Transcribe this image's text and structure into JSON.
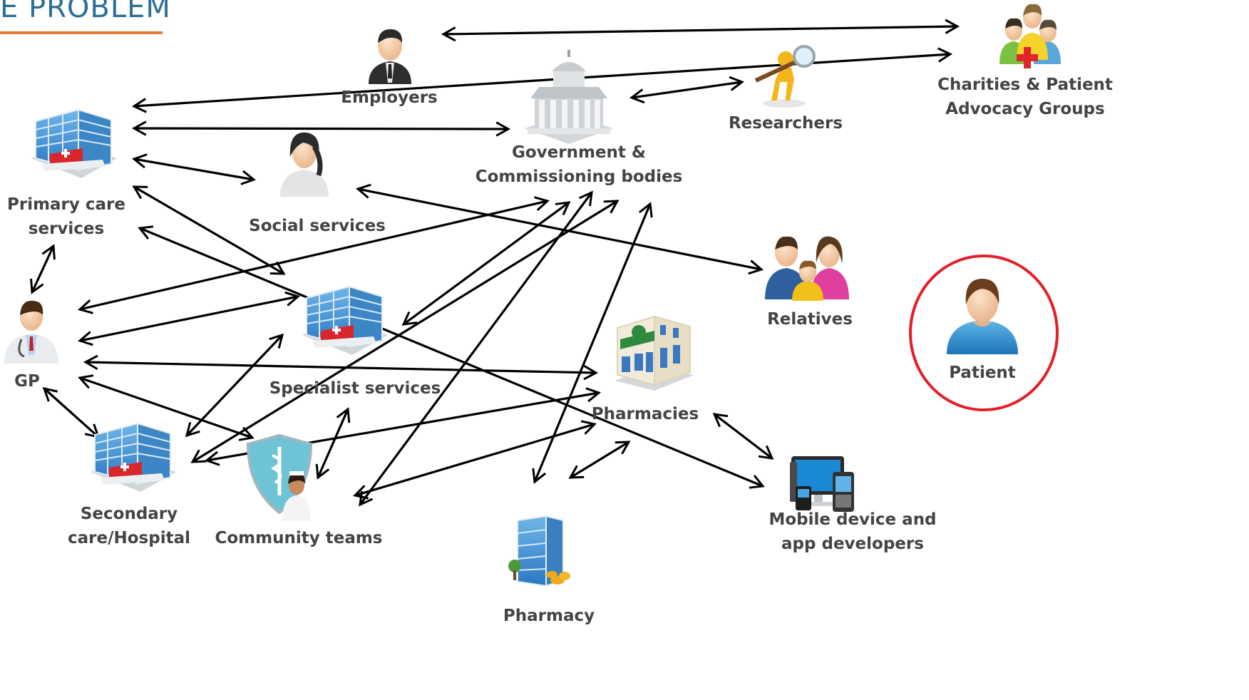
{
  "header": {
    "title": "E PROBLEM"
  },
  "colors": {
    "title": "#2b6f97",
    "title_rule": "#e97a32",
    "label": "#444444",
    "arrow": "#000000",
    "patient_ring": "#e3202a"
  },
  "nodes": {
    "employers": {
      "label": "Employers",
      "icon": "businessman-icon"
    },
    "charities": {
      "line1": "Charities & Patient",
      "line2": "Advocacy Groups",
      "icon": "group-with-red-cross-icon"
    },
    "researchers": {
      "label": "Researchers",
      "icon": "researcher-magnifier-icon"
    },
    "government": {
      "line1": "Government &",
      "line2": "Commissioning bodies",
      "icon": "government-building-icon"
    },
    "primary_care": {
      "line1": "Primary care",
      "line2": "services",
      "icon": "hospital-building-icon"
    },
    "social_services": {
      "label": "Social services",
      "icon": "female-worker-icon"
    },
    "relatives": {
      "label": "Relatives",
      "icon": "family-icon"
    },
    "patient": {
      "label": "Patient",
      "icon": "patient-person-icon"
    },
    "gp": {
      "label": "GP",
      "icon": "doctor-icon"
    },
    "specialist_services": {
      "label": "Specialist services",
      "icon": "hospital-building-icon"
    },
    "pharmacies": {
      "label": "Pharmacies",
      "icon": "pharmacy-store-icon"
    },
    "secondary_care": {
      "line1": "Secondary",
      "line2": "care/Hospital",
      "icon": "hospital-building-icon"
    },
    "community_teams": {
      "label": "Community teams",
      "icon": "nurse-shield-icon"
    },
    "mobile_developers": {
      "line1": "Mobile device and",
      "line2": "app developers",
      "icon": "devices-icon"
    },
    "pharmacy": {
      "label": "Pharmacy",
      "icon": "pharma-industry-icon"
    }
  }
}
